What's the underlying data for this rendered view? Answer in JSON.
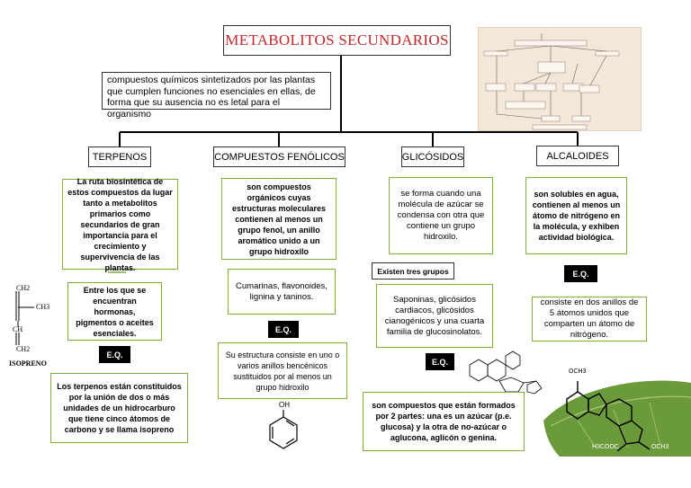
{
  "title": "METABOLITOS SECUNDARIOS",
  "definition": "compuestos químicos sintetizados por las plantas que cumplen funciones no esenciales en ellas, de forma que su ausencia no es letal para el organismo",
  "categories": {
    "terpenos": {
      "label": "TERPENOS",
      "desc": "La ruta biosintética de estos compuestos da lugar tanto a metabolitos primarios como secundarios de gran importancia para el crecimiento y supervivencia de las plantas.",
      "includes": "Entre los que se encuentran hormonas, pigmentos o aceites esenciales.",
      "eq": "E.Q.",
      "structure": "Los terpenos están constituidos por la unión de dos o más unidades de un hidrocarburo que tiene cinco átomos de carbono y se llama isopreno"
    },
    "fenolicos": {
      "label": "COMPUESTOS FENÓLICOS",
      "desc": "son compuestos orgánicos cuyas estructuras moleculares contienen al menos un grupo fenol, un anillo aromático unido a un grupo hidroxilo",
      "examples": "Cumarinas, flavonoides, lignina y taninos.",
      "eq": "E.Q.",
      "structure": "Su estructura consiste en uno o varios anillos bencénicos sustituidos por al menos un grupo hidroxilo"
    },
    "glicosidos": {
      "label": "GLICÓSIDOS",
      "desc": "se forma cuando una molécula de azúcar se condensa con otra que contiene un grupo hidroxilo.",
      "groups_label": "Existen tres grupos",
      "groups": "Saponinas, glicósidos cardiacos, glicósidos cianogénicos y una cuarta familia de glucosinolatos.",
      "eq": "E.Q.",
      "structure": "son compuestos que están formados por 2 partes: una es un azúcar (p.e. glucosa) y la otra de no-azúcar o aglucona, aglicón o genina."
    },
    "alcaloides": {
      "label": "ALCALOIDES",
      "desc": "son solubles en agua, contienen al menos un átomo de nitrógeno en la molécula, y exhiben actividad biológica.",
      "eq": "E.Q.",
      "structure": "consiste en dos anillos de 5 átomos unidos que comparten un átomo de nitrógeno."
    }
  },
  "chem_labels": {
    "isopreno": "ISOPRENO",
    "ch2_top": "CH2",
    "ch3": "CH3",
    "ch": "CH",
    "ch2_bottom": "CH2",
    "oh": "OH",
    "och3": "OCH3",
    "h3cooc": "H3COOC",
    "och3_b": "OCH3"
  },
  "colors": {
    "title": "#c0282a",
    "green_border": "#7fae3b"
  }
}
